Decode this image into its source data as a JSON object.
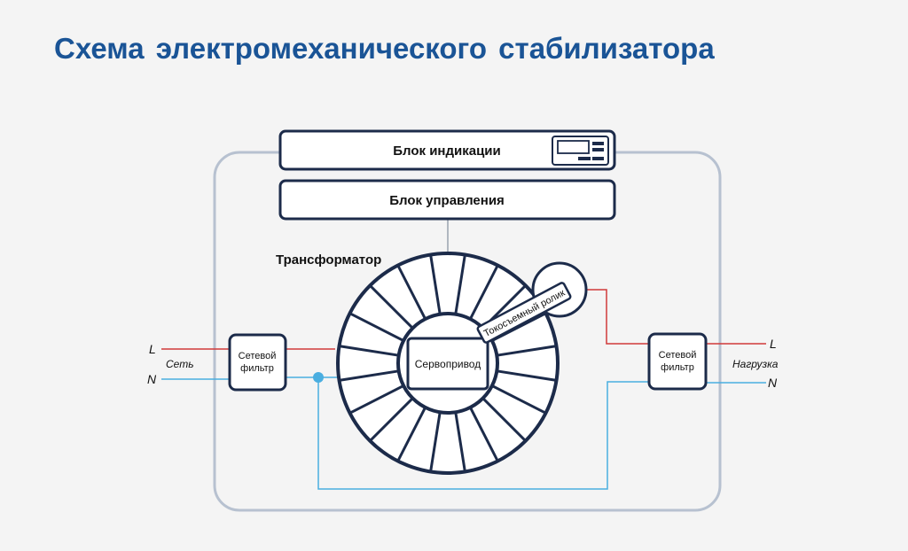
{
  "title": "Схема электромеханического  стабилизатора",
  "blocks": {
    "indication": "Блок индикации",
    "control": "Блок управления",
    "transformer": "Трансформатор",
    "servo": "Сервопривод",
    "roller": "Токосъемный ролик",
    "filter_left_line1": "Сетевой",
    "filter_left_line2": "фильтр",
    "filter_right_line1": "Сетевой",
    "filter_right_line2": "фильтр"
  },
  "terminals": {
    "left_l": "L",
    "left_n": "N",
    "left_caption": "Сеть",
    "right_l": "L",
    "right_n": "N",
    "right_caption": "Нагрузка"
  },
  "colors": {
    "accent": "#1a5496",
    "outline": "#1c2b4a",
    "wire_phase": "#d03a3a",
    "wire_neutral": "#4aaee0",
    "enclosure": "#b7c1d0"
  },
  "icons": [
    "display-panel-icon"
  ]
}
